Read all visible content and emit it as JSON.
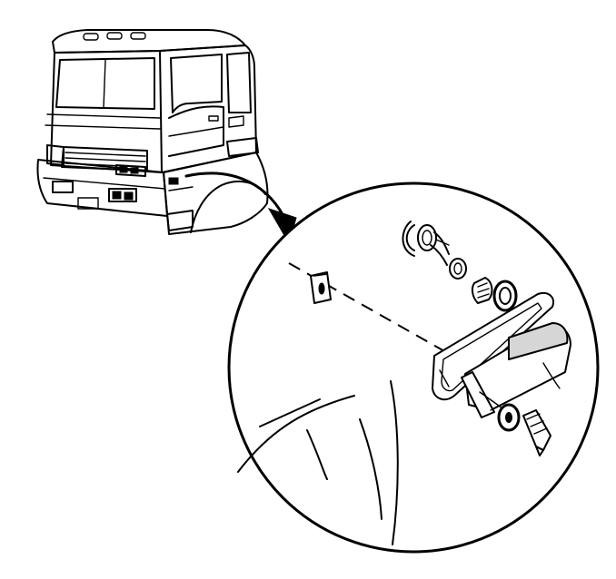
{
  "figure": {
    "style": "black line-art service illustration",
    "colors": {
      "ink": "#000000",
      "paper": "#ffffff",
      "shade": "#d6d6d6"
    },
    "parts": [
      "truck-cab",
      "callout-arrow",
      "detail-circle",
      "grommet",
      "bulb-socket",
      "bulb",
      "seal-ring",
      "lamp-housing",
      "washer",
      "screw"
    ]
  }
}
